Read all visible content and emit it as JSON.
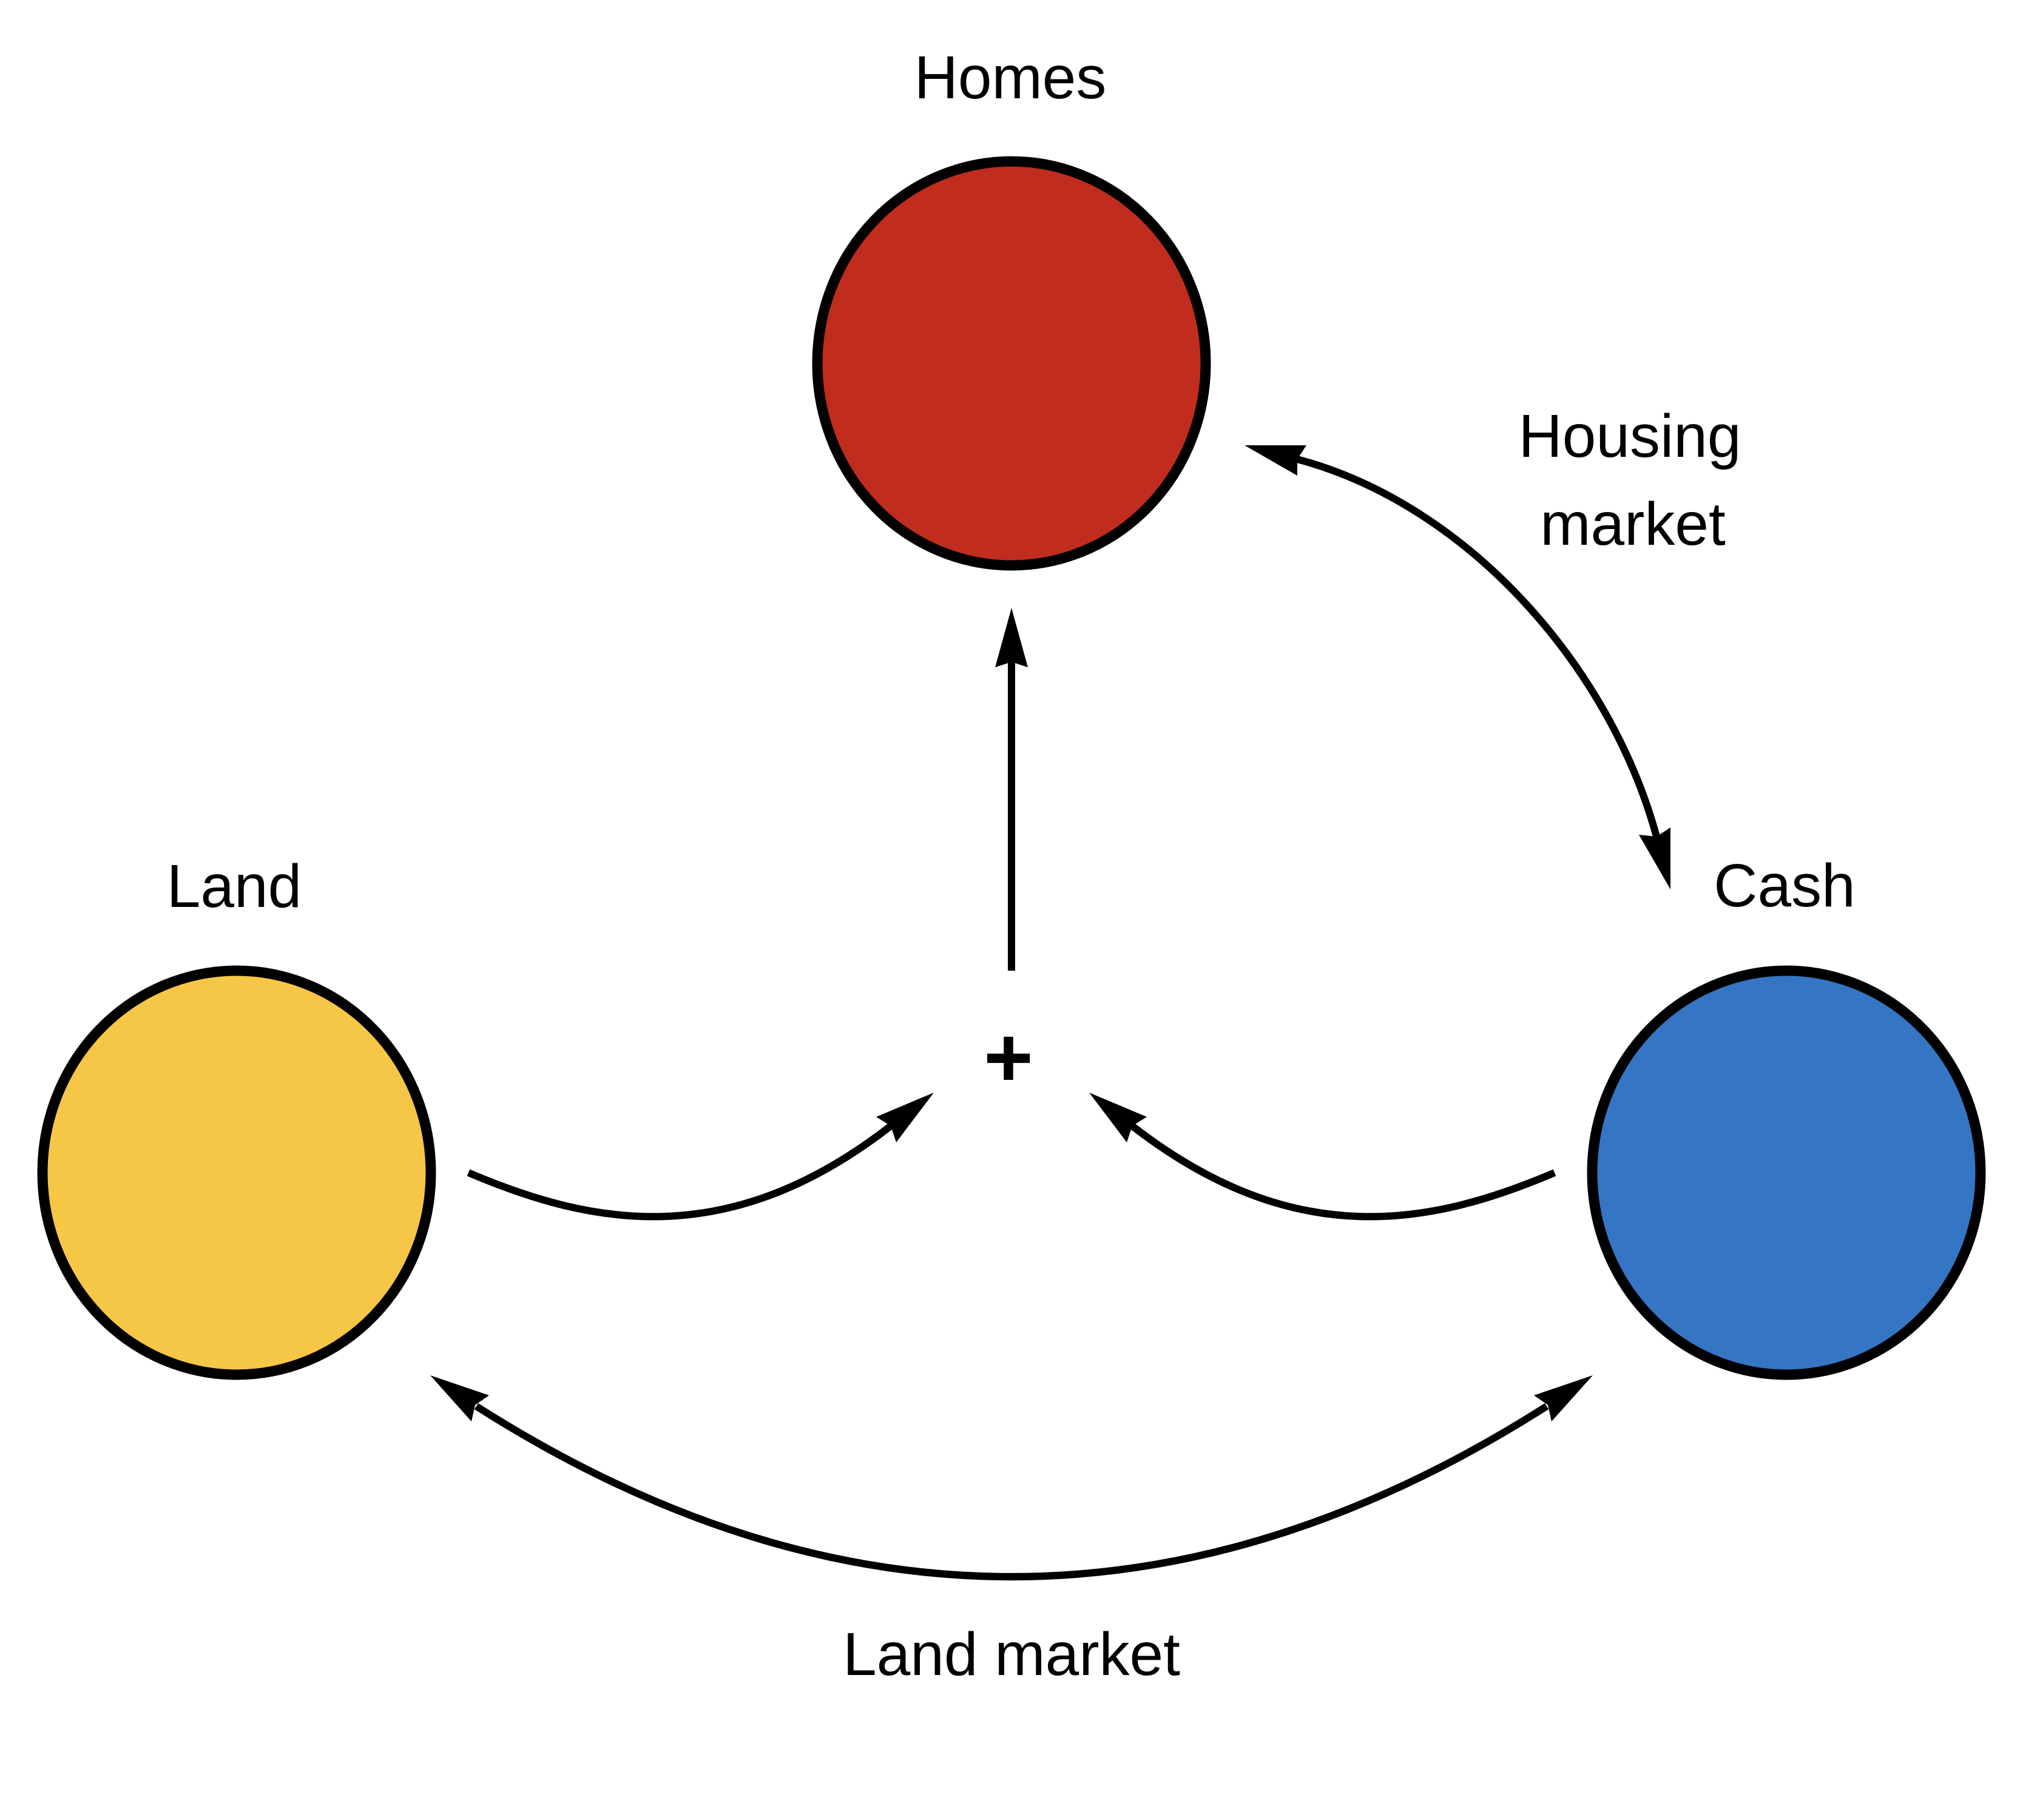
{
  "diagram": {
    "nodes": [
      {
        "id": "homes",
        "label": "Homes",
        "color": "#C02C1E"
      },
      {
        "id": "land",
        "label": "Land",
        "color": "#F6C646"
      },
      {
        "id": "cash",
        "label": "Cash",
        "color": "#3476C4"
      }
    ],
    "junction": {
      "symbol": "+"
    },
    "edges": [
      {
        "from": "land",
        "to": "junction",
        "direction": "one-way",
        "label": ""
      },
      {
        "from": "cash",
        "to": "junction",
        "direction": "one-way",
        "label": ""
      },
      {
        "from": "junction",
        "to": "homes",
        "direction": "one-way",
        "label": ""
      },
      {
        "from": "homes",
        "to": "cash",
        "direction": "two-way",
        "label_lines": [
          "Housing",
          "market"
        ]
      },
      {
        "from": "land",
        "to": "cash",
        "direction": "two-way",
        "label": "Land market"
      }
    ]
  }
}
